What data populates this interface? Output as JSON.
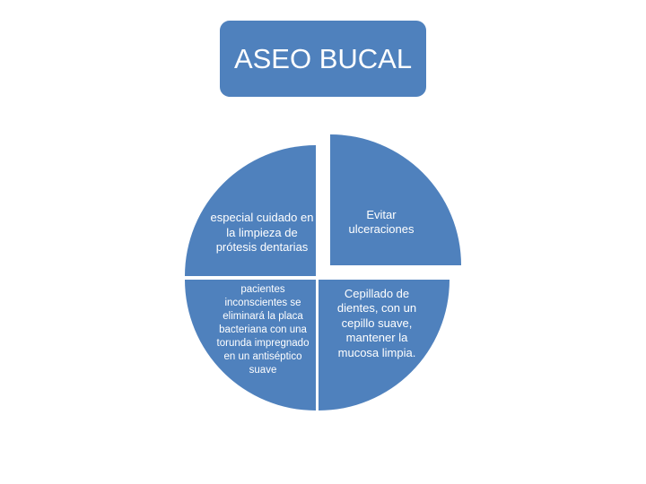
{
  "title": "ASEO BUCAL",
  "colors": {
    "segment": "#4f81bd",
    "text": "#ffffff"
  },
  "segments": [
    {
      "position": "top-left",
      "text": "especial cuidado en la limpieza de prótesis dentarias"
    },
    {
      "position": "top-right",
      "text": "Evitar ulceraciones"
    },
    {
      "position": "bottom-left",
      "text": "pacientes inconscientes se eliminará la placa bacteriana con una torunda impregnado en un antiséptico suave"
    },
    {
      "position": "bottom-right",
      "text": "Cepillado de dientes, con un cepillo suave, mantener la mucosa limpia."
    }
  ]
}
